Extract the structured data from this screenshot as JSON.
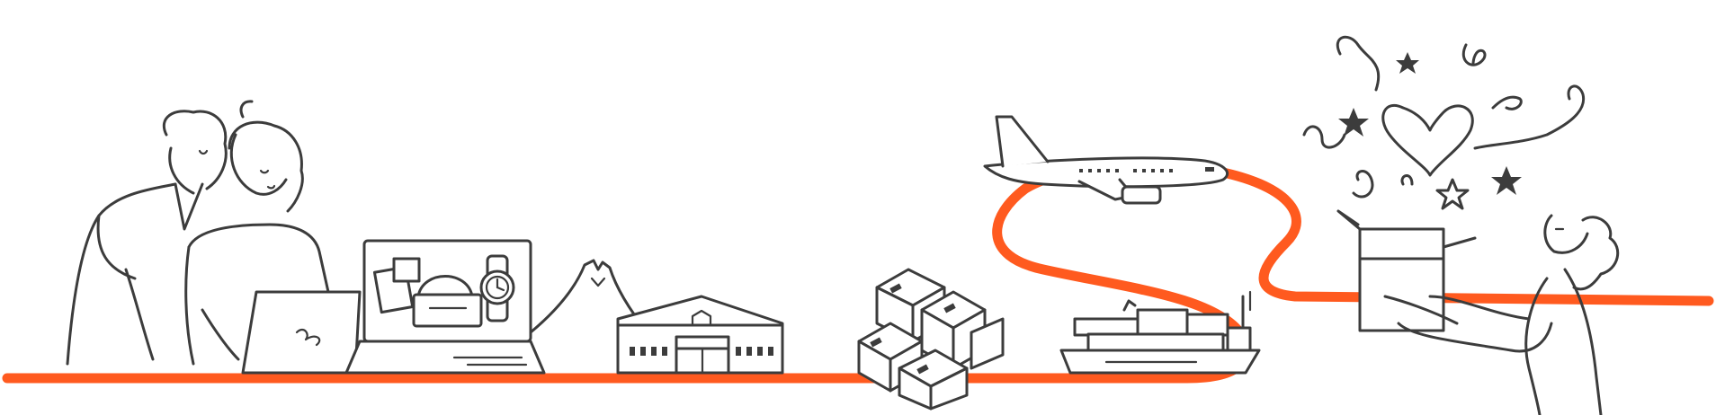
{
  "colors": {
    "route": "#ff5a1f",
    "ink": "#3c3c3c",
    "background": "#ffffff"
  },
  "scene": {
    "stages": [
      {
        "name": "shoppers",
        "icon": "couple-at-laptop-icon"
      },
      {
        "name": "online-store",
        "icon": "laptop-with-products-icon"
      },
      {
        "name": "warehouse",
        "icon": "warehouse-with-mount-fuji-icon"
      },
      {
        "name": "packages",
        "icon": "stacked-boxes-icon"
      },
      {
        "name": "air-freight",
        "icon": "airplane-icon"
      },
      {
        "name": "sea-freight",
        "icon": "cargo-ship-icon"
      },
      {
        "name": "delivery",
        "icon": "woman-opening-gift-box-icon"
      }
    ]
  }
}
